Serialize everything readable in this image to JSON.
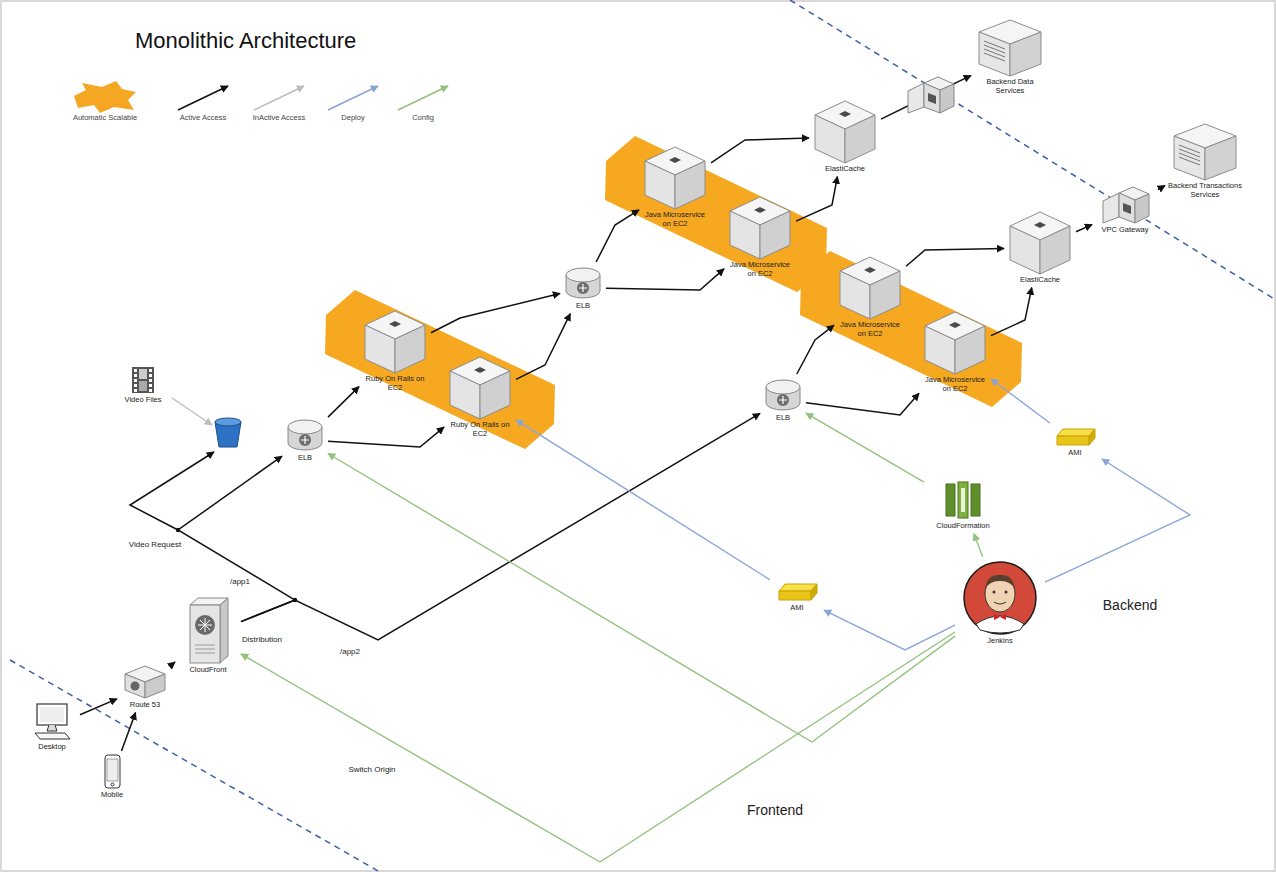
{
  "diagram": {
    "title": "Monolithic Architecture",
    "nodes": [
      {
        "text": [
          "Desktop"
        ]
      },
      {
        "text": [
          "Mobile"
        ]
      },
      {
        "text": [
          "Route 53"
        ]
      },
      {
        "text": [
          "CloudFront"
        ]
      },
      {
        "text": [
          "Video Files"
        ]
      },
      {
        "text": [
          "ELB"
        ]
      },
      {
        "text": [
          "Ruby On Rails on EC2"
        ]
      },
      {
        "text": [
          "Ruby On Rails on EC2"
        ]
      },
      {
        "text": [
          "ELB"
        ]
      },
      {
        "text": [
          "Java Microservice on EC2"
        ]
      },
      {
        "text": [
          "Java Microservice on EC2"
        ]
      },
      {
        "text": [
          "ElastiCache"
        ]
      },
      {
        "text": [
          "Backend Data Services"
        ]
      },
      {
        "text": [
          "ELB"
        ]
      },
      {
        "text": [
          "Java Microservice on EC2"
        ]
      },
      {
        "text": [
          "Java Microservice on EC2"
        ]
      },
      {
        "text": [
          "ElastiCache"
        ]
      },
      {
        "text": [
          "VPC Gateway"
        ]
      },
      {
        "text": [
          "Backend Transactions Services"
        ]
      },
      {
        "text": [
          "AMI"
        ]
      },
      {
        "text": [
          "AMI"
        ]
      },
      {
        "text": [
          "CloudFormation"
        ]
      },
      {
        "text": [
          "Jenkins"
        ]
      }
    ],
    "edges": [
      {
        "from": 0,
        "to": 2,
        "arrow": "to"
      },
      {
        "from": 1,
        "to": 2,
        "arrow": "to"
      },
      {
        "from": 2,
        "to": 3,
        "arrow": "to"
      },
      {
        "from": 3,
        "to": 5,
        "label": "/app1",
        "arrow": "to"
      },
      {
        "from": 3,
        "to": 13,
        "label": "/app2",
        "arrow": "to"
      },
      {
        "from": 5,
        "to": 6,
        "arrow": "to"
      },
      {
        "from": 5,
        "to": 7,
        "arrow": "to"
      },
      {
        "from": 6,
        "to": 8,
        "arrow": "to"
      },
      {
        "from": 7,
        "to": 8,
        "arrow": "to"
      },
      {
        "from": 8,
        "to": 9,
        "arrow": "to"
      },
      {
        "from": 8,
        "to": 10,
        "arrow": "to"
      },
      {
        "from": 9,
        "to": 11,
        "arrow": "to"
      },
      {
        "from": 10,
        "to": 11,
        "arrow": "to"
      },
      {
        "from": 11,
        "to": 12,
        "arrow": "to"
      },
      {
        "from": 13,
        "to": 14,
        "arrow": "to"
      },
      {
        "from": 13,
        "to": 15,
        "arrow": "to"
      },
      {
        "from": 14,
        "to": 16,
        "arrow": "to"
      },
      {
        "from": 15,
        "to": 16,
        "arrow": "to"
      },
      {
        "from": 16,
        "to": 17,
        "arrow": "to"
      },
      {
        "from": 17,
        "to": 18,
        "arrow": "to"
      },
      {
        "from": 22,
        "to": 19,
        "arrow": "to"
      },
      {
        "from": 19,
        "to": 7,
        "arrow": "to"
      },
      {
        "from": 22,
        "to": 20,
        "arrow": "to"
      },
      {
        "from": 20,
        "to": 15,
        "arrow": "to"
      },
      {
        "from": 22,
        "to": 21,
        "arrow": "to"
      },
      {
        "from": 21,
        "to": 13,
        "arrow": "to"
      },
      {
        "from": 22,
        "to": 5,
        "arrow": "to"
      },
      {
        "from": 22,
        "to": 3,
        "label": "Switch Origin",
        "arrow": "to"
      }
    ],
    "labels": [
      "Video Request",
      "Distribution",
      "Backend",
      "Frontend"
    ],
    "legend": [
      {
        "text": "Automatic Scalable",
        "color": "#f5a623"
      },
      {
        "text": "Active Access"
      },
      {
        "text": "InActive Access"
      },
      {
        "text": "Deploy"
      },
      {
        "text": "Config"
      }
    ]
  }
}
